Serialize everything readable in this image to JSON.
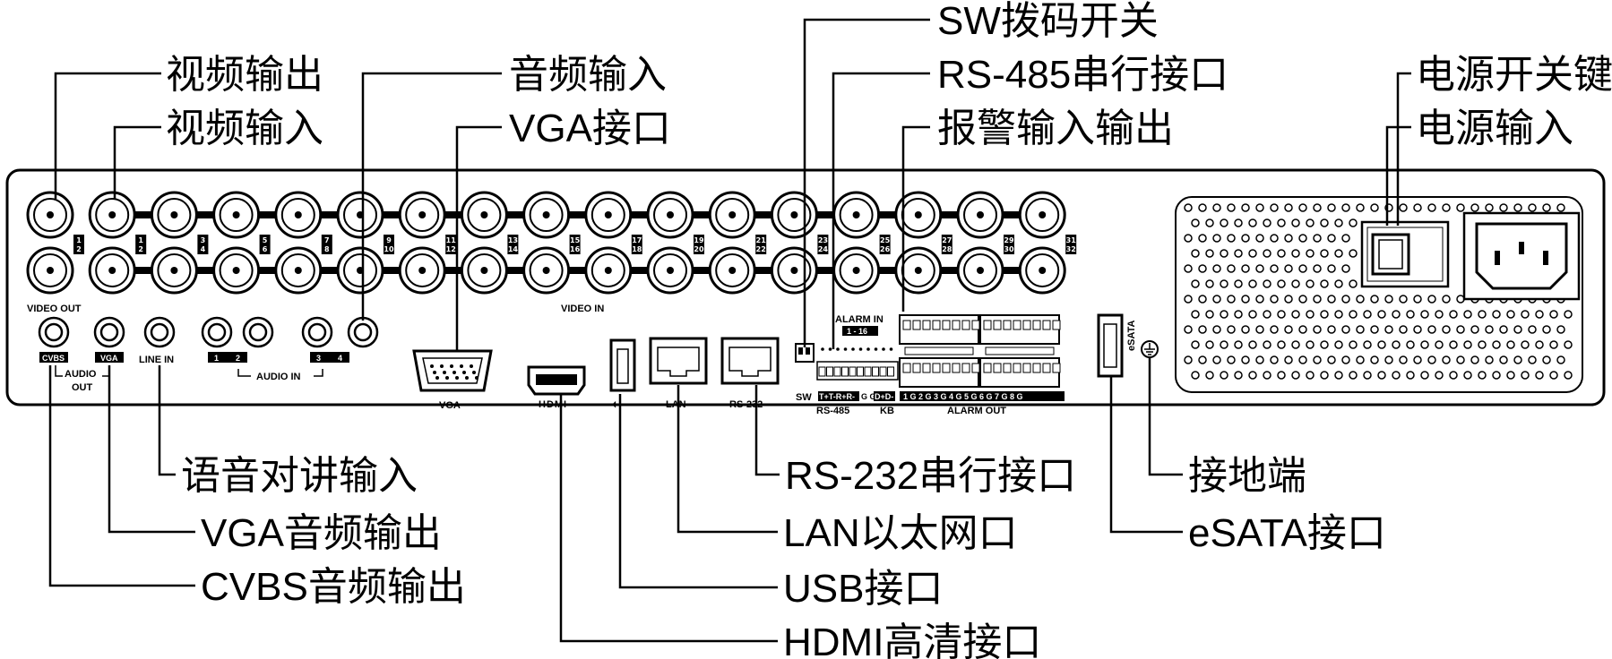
{
  "callouts": {
    "video_out": "视频输出",
    "video_in": "视频输入",
    "audio_in": "音频输入",
    "vga_port": "VGA接口",
    "sw_dip": "SW拨码开关",
    "rs485": "RS-485串行接口",
    "alarm_io": "报警输入输出",
    "power_switch": "电源开关键",
    "power_in": "电源输入",
    "talkback_in": "语音对讲输入",
    "vga_audio_out": "VGA音频输出",
    "cvbs_audio_out": "CVBS音频输出",
    "rs232": "RS-232串行接口",
    "lan": "LAN以太网口",
    "usb": "USB接口",
    "hdmi": "HDMI高清接口",
    "ground": "接地端",
    "esata": "eSATA接口"
  },
  "panel_labels": {
    "video_out": "VIDEO OUT",
    "video_in": "VIDEO IN",
    "cvbs": "CVBS",
    "vga_small": "VGA",
    "audio_out_1": "AUDIO",
    "audio_out_2": "OUT",
    "line_in": "LINE IN",
    "audio_in": "AUDIO IN",
    "audio_in_ch": [
      "1",
      "2",
      "3",
      "4"
    ],
    "vga": "VGA",
    "hdmi": "HDMI",
    "lan": "LAN",
    "rs232": "RS-232",
    "alarm_in_1": "ALARM IN",
    "alarm_in_2": "1 - 16",
    "sw": "SW",
    "rs485": "RS-485",
    "rs485_pins": "T+T-R+R-",
    "g": "G G",
    "kb": "KB",
    "kb_pins": "D+D-",
    "alarm_out": "ALARM OUT",
    "alarm_out_pins": "1 G 2 G 3 G 4 G   5 G 6 G 7 G 8 G",
    "esata": "eSATA",
    "video_out_ch": [
      "1",
      "2"
    ],
    "video_in_ch": [
      [
        "1",
        "2"
      ],
      [
        "3",
        "4"
      ],
      [
        "5",
        "6"
      ],
      [
        "7",
        "8"
      ],
      [
        "9",
        "10"
      ],
      [
        "11",
        "12"
      ],
      [
        "13",
        "14"
      ],
      [
        "15",
        "16"
      ],
      [
        "17",
        "18"
      ],
      [
        "19",
        "20"
      ],
      [
        "21",
        "22"
      ],
      [
        "23",
        "24"
      ],
      [
        "25",
        "26"
      ],
      [
        "27",
        "28"
      ],
      [
        "29",
        "30"
      ],
      [
        "31",
        "32"
      ]
    ]
  },
  "colors": {
    "ink": "#000000",
    "panel": "#ffffff"
  }
}
